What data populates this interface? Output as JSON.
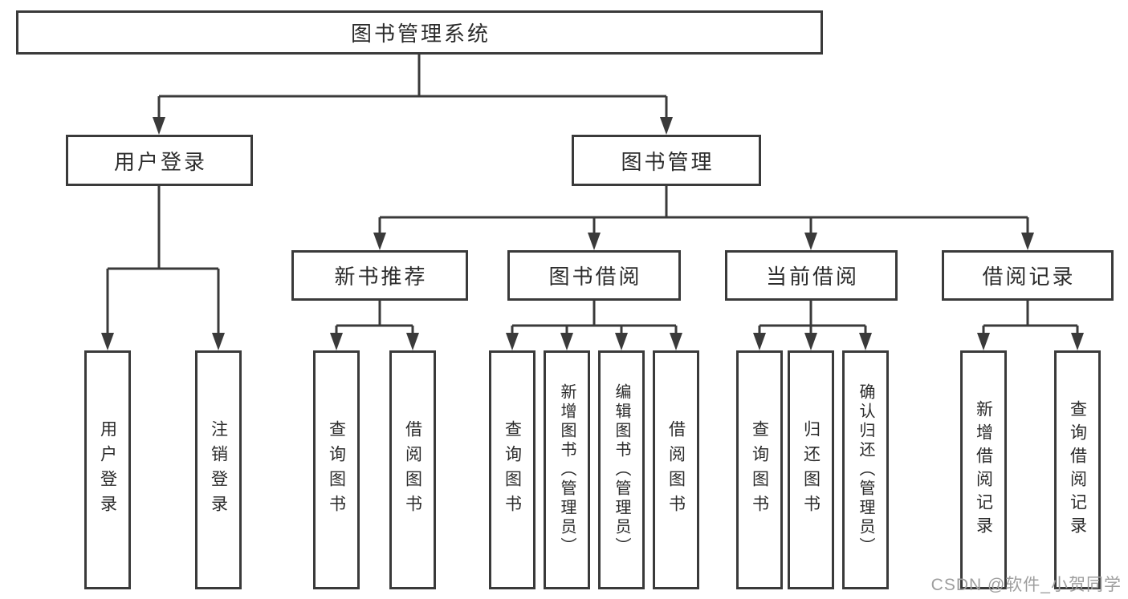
{
  "colors": {
    "line": "#3a3a3a",
    "text": "#2b2b2b",
    "box_background": "#ffffff",
    "watermark": "#9e9e9e"
  },
  "watermark": "CSDN @软件_小贺同学",
  "tree": {
    "label": "图书管理系统",
    "children": [
      {
        "label": "用户登录",
        "children": [
          {
            "label": "用户登录"
          },
          {
            "label": "注销登录"
          }
        ]
      },
      {
        "label": "图书管理",
        "children": [
          {
            "label": "新书推荐",
            "children": [
              {
                "label": "查询图书"
              },
              {
                "label": "借阅图书"
              }
            ]
          },
          {
            "label": "图书借阅",
            "children": [
              {
                "label": "查询图书"
              },
              {
                "label": "新增图书（管理员）"
              },
              {
                "label": "编辑图书（管理员）"
              },
              {
                "label": "借阅图书"
              }
            ]
          },
          {
            "label": "当前借阅",
            "children": [
              {
                "label": "查询图书"
              },
              {
                "label": "归还图书"
              },
              {
                "label": "确认归还（管理员）"
              }
            ]
          },
          {
            "label": "借阅记录",
            "children": [
              {
                "label": "新增借阅记录"
              },
              {
                "label": "查询借阅记录"
              }
            ]
          }
        ]
      }
    ]
  }
}
